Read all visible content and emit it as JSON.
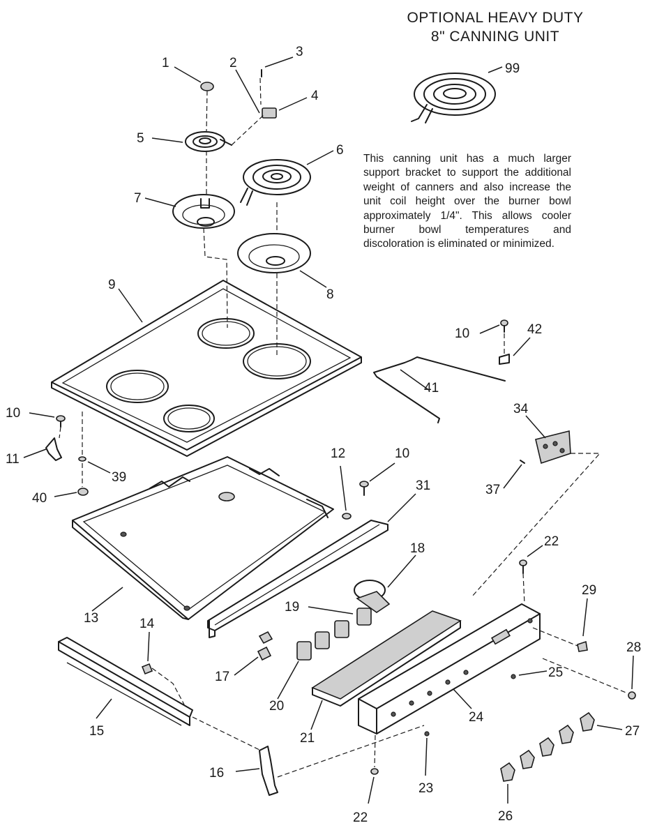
{
  "title": {
    "line1": "OPTIONAL HEAVY DUTY",
    "line2": "8\" CANNING UNIT"
  },
  "note": "This canning unit has a much larger support bracket to support the additional weight of canners and also increase the unit coil height over the burner bowl approximately 1/4\". This allows cooler burner bowl temperatures and discoloration is eliminated or minimized.",
  "callouts": {
    "c1": "1",
    "c2": "2",
    "c3": "3",
    "c4": "4",
    "c5": "5",
    "c6": "6",
    "c7": "7",
    "c8": "8",
    "c9": "9",
    "c10a": "10",
    "c10b": "10",
    "c10c": "10",
    "c11": "11",
    "c12": "12",
    "c13": "13",
    "c14": "14",
    "c15": "15",
    "c16": "16",
    "c17": "17",
    "c18": "18",
    "c19": "19",
    "c20": "20",
    "c21": "21",
    "c22a": "22",
    "c22b": "22",
    "c23": "23",
    "c24": "24",
    "c25": "25",
    "c26": "26",
    "c27": "27",
    "c28": "28",
    "c29": "29",
    "c31": "31",
    "c34": "34",
    "c37": "37",
    "c39": "39",
    "c40": "40",
    "c41": "41",
    "c42": "42",
    "c99": "99"
  }
}
